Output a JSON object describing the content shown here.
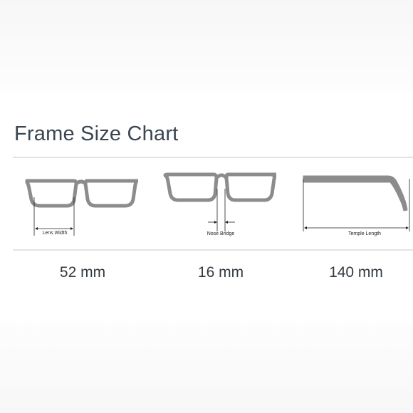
{
  "title": "Frame Size Chart",
  "measurements": [
    {
      "label": "Lens Width",
      "value": "52 mm",
      "icon": "glasses-front-icon"
    },
    {
      "label": "Nose Bridge",
      "value": "16 mm",
      "icon": "glasses-front-icon"
    },
    {
      "label": "Temple Length",
      "value": "140 mm",
      "icon": "temple-arm-icon"
    }
  ],
  "colors": {
    "frame": "#8c8c8c",
    "title": "#3a4550",
    "value": "#333a40",
    "rule": "#e4e4e4"
  }
}
